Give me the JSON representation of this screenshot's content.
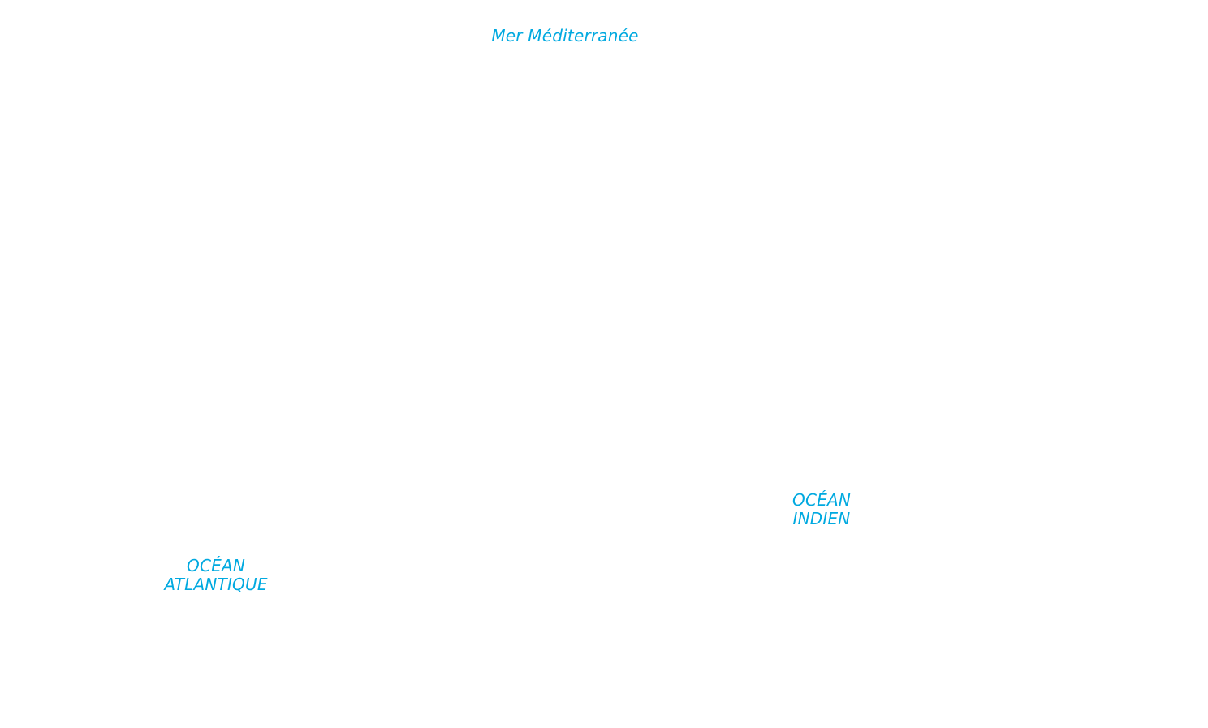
{
  "map": {
    "label_color": "#00a9e0",
    "water_labels": {
      "mediterranean": "Mer Méditerranée",
      "indian_ocean": {
        "line1": "OCÉAN",
        "line2": "INDIEN"
      },
      "atlantic_ocean": {
        "line1": "OCÉAN",
        "line2": "ATLANTIQUE"
      }
    }
  }
}
